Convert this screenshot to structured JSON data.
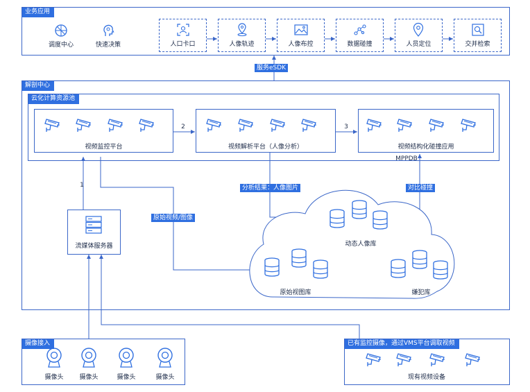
{
  "business": {
    "title": "业务应用",
    "items": [
      {
        "label": "调度中心",
        "icon": "dispatch-center-icon"
      },
      {
        "label": "快速决策",
        "icon": "fast-decision-icon"
      }
    ],
    "flow": [
      {
        "label": "人口卡口",
        "icon": "checkpoint-icon"
      },
      {
        "label": "人像轨迹",
        "icon": "trajectory-icon"
      },
      {
        "label": "人像布控",
        "icon": "image-control-icon"
      },
      {
        "label": "数据碰撞",
        "icon": "data-collision-icon"
      },
      {
        "label": "人员定位",
        "icon": "location-pin-icon"
      },
      {
        "label": "交并检索",
        "icon": "search-icon"
      }
    ]
  },
  "esdk_label": "服务eSDK",
  "analysis": {
    "title": "解剖中心",
    "cloud_pool_title": "云化计算资源池",
    "platforms": [
      {
        "label": "视频监控平台"
      },
      {
        "label": "视频解析平台（人像分析）"
      },
      {
        "label": "视频结构化碰撞应用"
      }
    ],
    "step2": "2",
    "step3": "3",
    "step1": "1",
    "mppdb": "MPPDB",
    "stream_server": "流媒体服务器",
    "tag_analysis_result": "分析结果：人像图片",
    "tag_raw_video": "原始视频/图像",
    "tag_compare": "对比碰撞",
    "db_dynamic": "动态人像库",
    "db_raw": "原始视图库",
    "db_suspect": "嫌犯库"
  },
  "camera_access": {
    "title": "摄像接入",
    "cameras": [
      "摄像头",
      "摄像头",
      "摄像头",
      "摄像头"
    ]
  },
  "existing": {
    "title": "已有监控摄像，通过VMS平台调取视频",
    "label": "现有视频设备"
  },
  "colors": {
    "accent": "#2f6fe0",
    "line": "#3a66c8",
    "text": "#1f2d4a"
  }
}
